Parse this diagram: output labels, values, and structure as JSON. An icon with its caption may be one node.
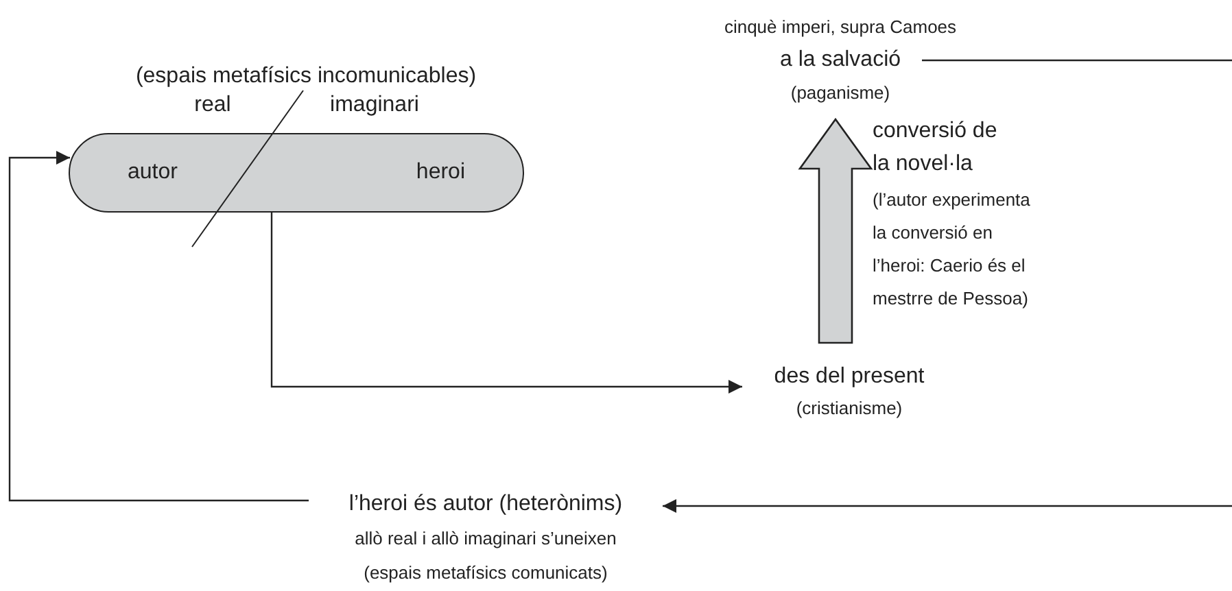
{
  "diagram": {
    "nodes": [
      {
        "text": [
          "autor",
          "heroi"
        ]
      },
      {
        "text": [
          "des del present",
          "(cristianisme)"
        ]
      },
      {
        "text": [
          "cinquè imperi, supra Camoes",
          "a la salvació",
          "(paganisme)"
        ]
      },
      {
        "text": [
          "l’heroi és autor (heterònims)",
          "allò real i allò imaginari s’uneixen",
          "(espais metafísics comunicats)"
        ]
      }
    ],
    "edges": [
      {
        "from": 0,
        "to": 1,
        "arrow": "to"
      },
      {
        "from": 2,
        "to": null,
        "arrow": "none"
      },
      {
        "from": null,
        "to": 3,
        "arrow": "to"
      },
      {
        "from": 3,
        "to": 0,
        "arrow": "to"
      },
      {
        "from": 1,
        "to": 2,
        "arrow": "to",
        "style": "thick",
        "label": "conversió de la novel·la"
      }
    ],
    "labels": [
      "(espais metafísics incomunicables)",
      "real",
      "imaginari",
      "(l’autor experimenta la conversió en l’heroi: Caerio és el mestrre de Pessoa)"
    ]
  }
}
